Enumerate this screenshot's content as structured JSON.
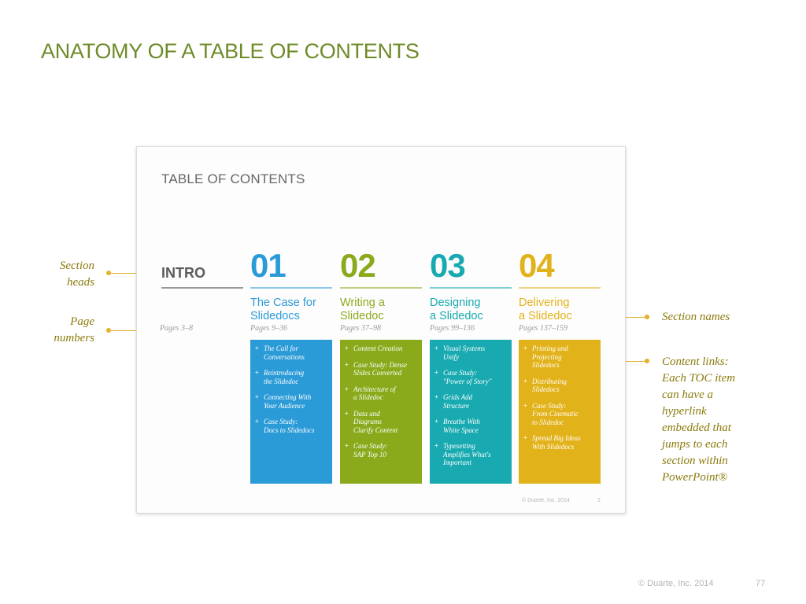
{
  "title": "ANATOMY OF A TABLE OF CONTENTS",
  "callouts": {
    "section_heads": [
      "Section",
      "heads"
    ],
    "page_numbers": [
      "Page",
      "numbers"
    ],
    "section_names": "Section names",
    "content_links": [
      "Content links:",
      "Each TOC item",
      "can have a",
      "hyperlink",
      "embedded that",
      "jumps to each",
      "section within",
      "PowerPoint®"
    ],
    "accent_color": "#e2b22a"
  },
  "slide": {
    "title": "TABLE OF CONTENTS",
    "intro": {
      "head": "INTRO",
      "pages": "Pages 3–8"
    },
    "sections": [
      {
        "number": "01",
        "name": [
          "The Case for",
          "Slidedocs"
        ],
        "pages": "Pages 9–36",
        "color": "#2b9bd8",
        "items": [
          [
            "The Call for",
            "Conversations"
          ],
          [
            "Reintroducing",
            "the Slidedoc"
          ],
          [
            "Connecting With",
            "Your Audience"
          ],
          [
            "Case Study:",
            "Docs to Slidedocs"
          ]
        ]
      },
      {
        "number": "02",
        "name": [
          "Writing a",
          "Slidedoc"
        ],
        "pages": "Pages 37–98",
        "color": "#8aaa1c",
        "items": [
          [
            "Content Creation"
          ],
          [
            "Case Study: Dense",
            "Slides Converted"
          ],
          [
            "Architecture of",
            "a Slidedoc"
          ],
          [
            "Data and",
            "Diagrams",
            "Clarify Content"
          ],
          [
            "Case Study:",
            "SAP Top 10"
          ]
        ]
      },
      {
        "number": "03",
        "name": [
          "Designing",
          "a Slidedoc"
        ],
        "pages": "Pages 99–136",
        "color": "#18aab0",
        "items": [
          [
            "Visual Systems",
            "Unify"
          ],
          [
            "Case Study:",
            "\"Power of Story\""
          ],
          [
            "Grids Add",
            "Structure"
          ],
          [
            "Breathe With",
            "White Space"
          ],
          [
            "Typesetting",
            "Amplifies What's",
            "Important"
          ]
        ]
      },
      {
        "number": "04",
        "name": [
          "Delivering",
          "a Slidedoc"
        ],
        "pages": "Pages 137–159",
        "color": "#e2b21a",
        "items": [
          [
            "Printing and",
            "Projecting",
            "Slidedocs"
          ],
          [
            "Distributing",
            "Slidedocs"
          ],
          [
            "Case Study:",
            "From Cinematic",
            "to Slidedoc"
          ],
          [
            "Spread Big Ideas",
            "With Slidedocs"
          ]
        ]
      }
    ],
    "footer": "© Duarte, Inc. 2014",
    "page_number": "2"
  },
  "footer": "© Duarte, Inc. 2014",
  "page_number": "77"
}
